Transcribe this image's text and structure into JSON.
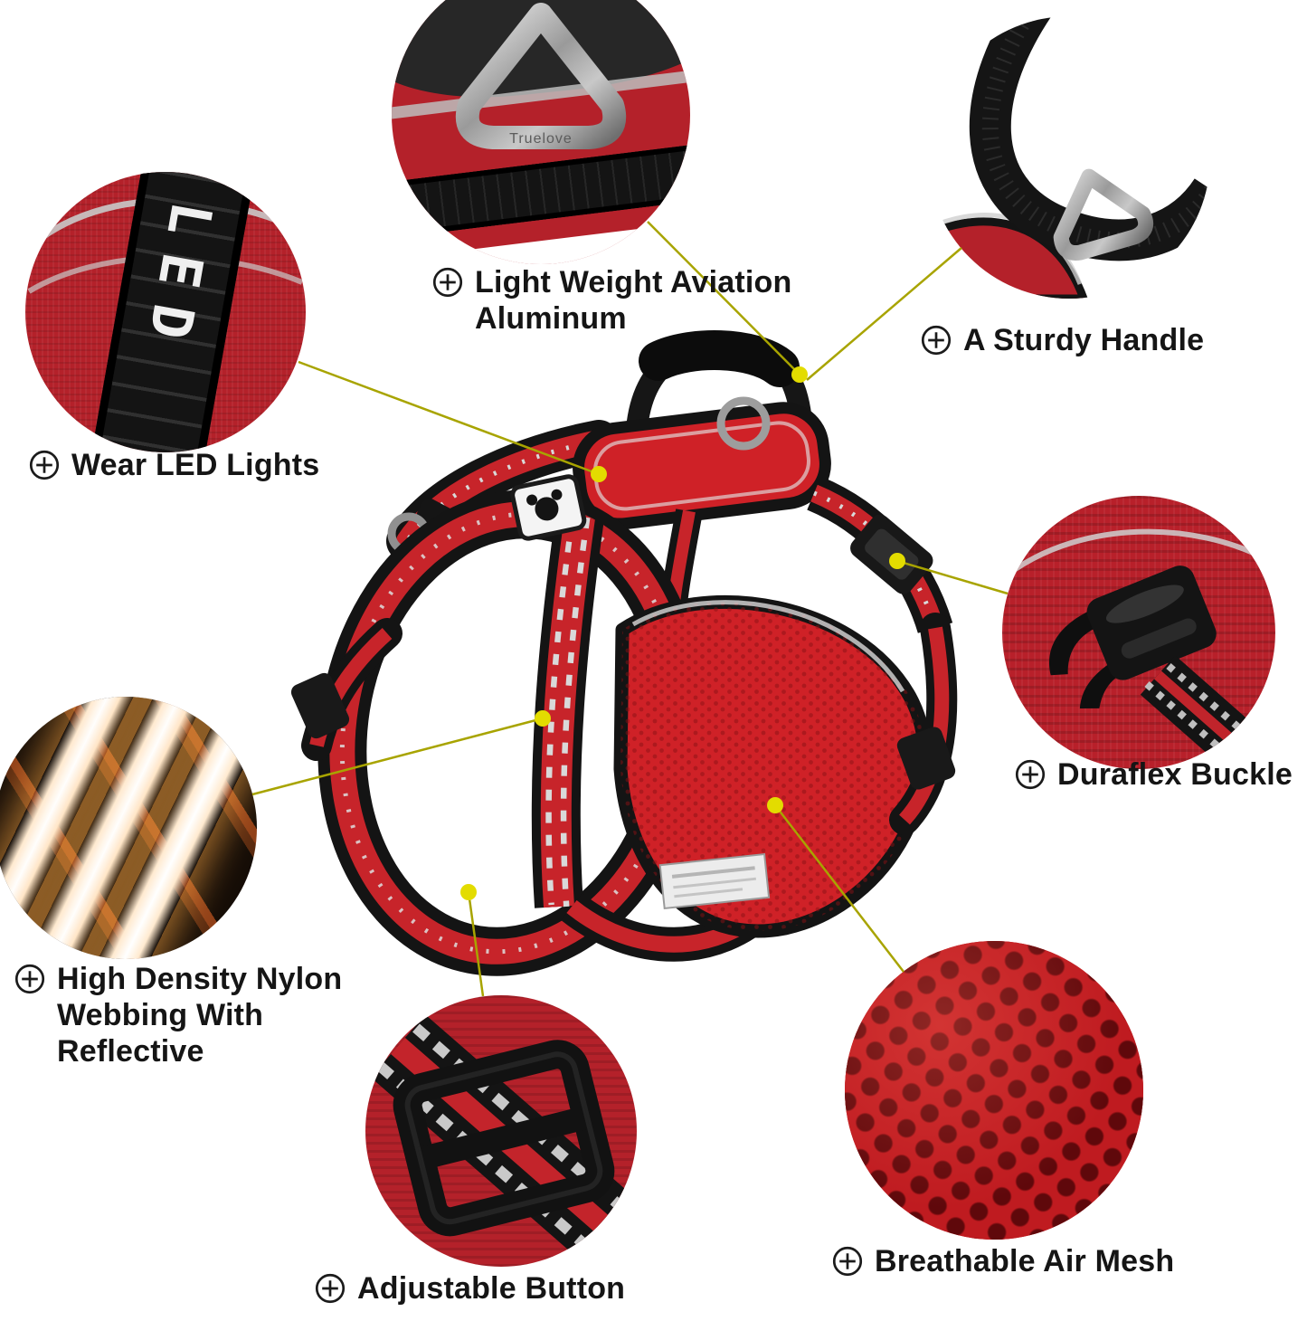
{
  "colors": {
    "accent_red": "#c7242a",
    "connector_olive": "#a8a400",
    "connector_dot": "#e3dc00",
    "label_text": "#151515",
    "strap_black": "#141414"
  },
  "harness": {
    "brand_text": "Truelove"
  },
  "callouts": [
    {
      "id": "aluminum",
      "label_lines": [
        "Light Weight Aviation",
        "Aluminum"
      ]
    },
    {
      "id": "handle",
      "label_lines": [
        "A Sturdy Handle"
      ]
    },
    {
      "id": "led",
      "label_lines": [
        "Wear LED Lights"
      ],
      "overlay_text": "LED"
    },
    {
      "id": "duraflex",
      "label_lines": [
        "Duraflex Buckle"
      ]
    },
    {
      "id": "webbing",
      "label_lines": [
        "High Density Nylon",
        "Webbing With",
        "Reflective"
      ]
    },
    {
      "id": "adjustable",
      "label_lines": [
        "Adjustable Button"
      ]
    },
    {
      "id": "mesh",
      "label_lines": [
        "Breathable Air Mesh"
      ]
    }
  ]
}
